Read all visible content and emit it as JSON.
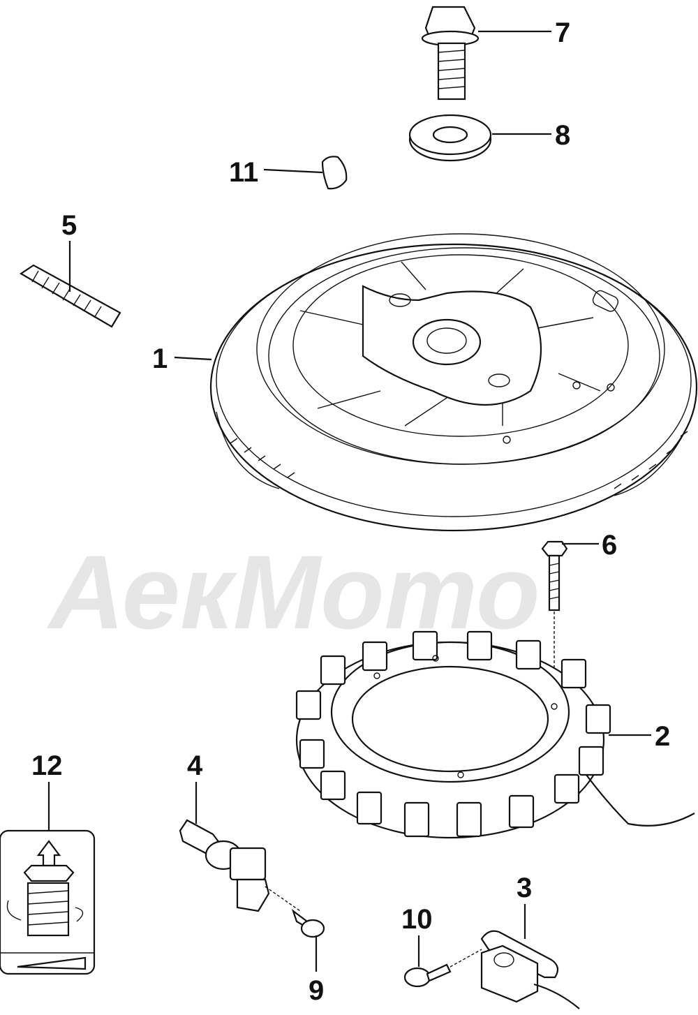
{
  "diagram": {
    "watermark": "АекМото",
    "callouts": [
      {
        "id": "1",
        "label": "1"
      },
      {
        "id": "2",
        "label": "2"
      },
      {
        "id": "3",
        "label": "3"
      },
      {
        "id": "4",
        "label": "4"
      },
      {
        "id": "5",
        "label": "5"
      },
      {
        "id": "6",
        "label": "6"
      },
      {
        "id": "7",
        "label": "7"
      },
      {
        "id": "8",
        "label": "8"
      },
      {
        "id": "9",
        "label": "9"
      },
      {
        "id": "10",
        "label": "10"
      },
      {
        "id": "11",
        "label": "11"
      },
      {
        "id": "12",
        "label": "12"
      }
    ],
    "colors": {
      "ink": "#111111",
      "background": "#ffffff",
      "watermark": "#e6e6e6"
    }
  }
}
